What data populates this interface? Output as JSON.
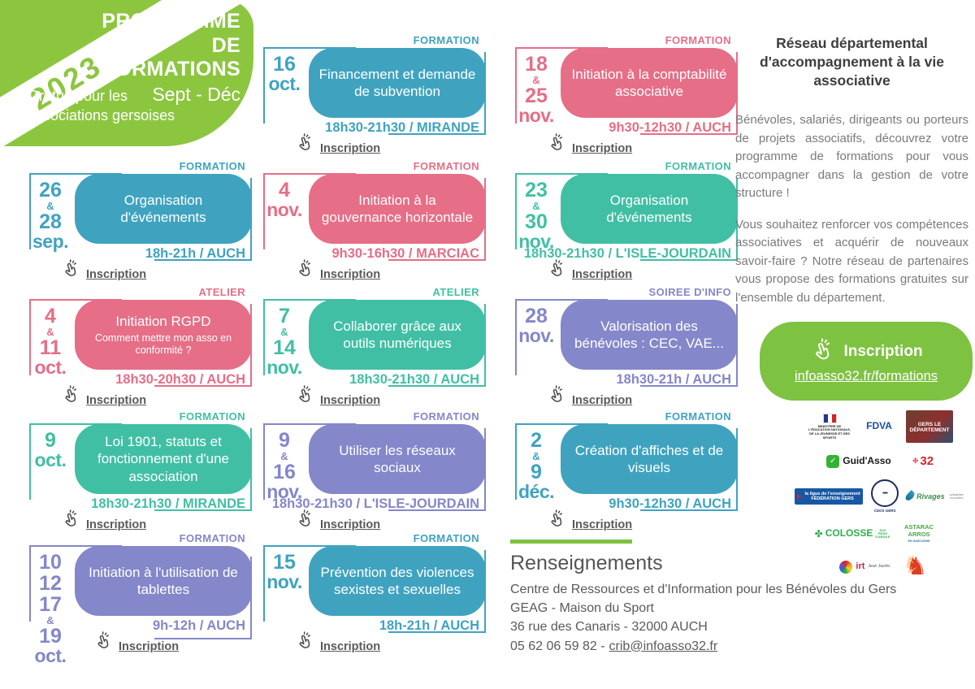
{
  "header": {
    "year": "2023",
    "title_line1": "PROGRAMME",
    "title_line2": "DE FORMATIONS",
    "subtitle": "Sept - Déc",
    "tagline": "Gratuit pour les associations gersoises"
  },
  "ui": {
    "inscription_label": "Inscription"
  },
  "colors": {
    "blob_green": "#8CC63F",
    "green": "#7EC242",
    "teal": "#3FA3C0",
    "pink": "#E66E87",
    "mint": "#41BFA4",
    "purple": "#8487C9"
  },
  "cards": [
    {
      "col": 1,
      "row": 0,
      "color": "teal",
      "type_label": "FORMATION",
      "date_lines": [
        "16",
        "oct."
      ],
      "title": "Financement et demande de subvention",
      "subtitle": "",
      "time": "18h30-21h30 / MIRANDE"
    },
    {
      "col": 2,
      "row": 0,
      "color": "pink",
      "type_label": "FORMATION",
      "date_lines": [
        "18",
        "&",
        "25",
        "nov."
      ],
      "title": "Initiation à la comptabilité associative",
      "subtitle": "",
      "time": "9h30-12h30 / AUCH"
    },
    {
      "col": 0,
      "row": 1,
      "color": "teal",
      "type_label": "FORMATION",
      "date_lines": [
        "26",
        "&",
        "28",
        "sep."
      ],
      "title": "Organisation d'événements",
      "subtitle": "",
      "time": "18h-21h / AUCH"
    },
    {
      "col": 1,
      "row": 1,
      "color": "pink",
      "type_label": "FORMATION",
      "date_lines": [
        "4",
        "nov."
      ],
      "title": "Initiation à la gouvernance horizontale",
      "subtitle": "",
      "time": "9h30-16h30 / MARCIAC"
    },
    {
      "col": 2,
      "row": 1,
      "color": "mint",
      "type_label": "FORMATION",
      "date_lines": [
        "23",
        "&",
        "30",
        "nov."
      ],
      "title": "Organisation d'événements",
      "subtitle": "",
      "time": "18h30-21h30 / L'ISLE-JOURDAIN"
    },
    {
      "col": 0,
      "row": 2,
      "color": "pink",
      "type_label": "ATELIER",
      "date_lines": [
        "4",
        "&",
        "11",
        "oct."
      ],
      "title": "Initiation RGPD",
      "subtitle": "Comment mettre mon asso en conformité ?",
      "time": "18h30-20h30 / AUCH"
    },
    {
      "col": 1,
      "row": 2,
      "color": "mint",
      "type_label": "ATELIER",
      "date_lines": [
        "7",
        "&",
        "14",
        "nov."
      ],
      "title": "Collaborer grâce aux outils numériques",
      "subtitle": "",
      "time": "18h30-21h30 / AUCH"
    },
    {
      "col": 2,
      "row": 2,
      "color": "purple",
      "type_label": "SOIREE D'INFO",
      "date_lines": [
        "28",
        "nov."
      ],
      "title": "Valorisation des bénévoles : CEC, VAE...",
      "subtitle": "",
      "time": "18h30-21h / AUCH"
    },
    {
      "col": 0,
      "row": 3,
      "color": "mint",
      "type_label": "FORMATION",
      "date_lines": [
        "9",
        "oct."
      ],
      "title": "Loi 1901, statuts et fonctionnement d'une association",
      "subtitle": "",
      "time": "18h30-21h30 / MIRANDE"
    },
    {
      "col": 1,
      "row": 3,
      "color": "purple",
      "type_label": "FORMATION",
      "date_lines": [
        "9",
        "&",
        "16",
        "nov."
      ],
      "title": "Utiliser les réseaux sociaux",
      "subtitle": "",
      "time": "18h30-21h30 / L'ISLE-JOURDAIN"
    },
    {
      "col": 2,
      "row": 3,
      "color": "teal",
      "type_label": "FORMATION",
      "date_lines": [
        "2",
        "&",
        "9",
        "déc."
      ],
      "title": "Création d'affiches et de visuels",
      "subtitle": "",
      "time": "9h30-12h30 / AUCH"
    },
    {
      "col": 0,
      "row": 4,
      "color": "purple",
      "type_label": "FORMATION",
      "date_lines": [
        "10",
        "12",
        "17",
        "&",
        "19",
        "oct."
      ],
      "title": "Initiation à l'utilisation de tablettes",
      "subtitle": "",
      "time": "9h-12h / AUCH"
    },
    {
      "col": 1,
      "row": 4,
      "color": "teal",
      "type_label": "FORMATION",
      "date_lines": [
        "15",
        "nov."
      ],
      "title": "Prévention des violences sexistes et sexuelles",
      "subtitle": "",
      "time": "18h-21h / AUCH"
    }
  ],
  "sidebar": {
    "heading": "Réseau départemental d'accompagnement à la vie associative",
    "paragraph1": "Bénévoles, salariés, dirigeants ou porteurs de projets associatifs, découvrez votre programme de formations pour vous accompagner dans la gestion de votre structure !",
    "paragraph2": "Vous souhaitez renforcer vos compétences associatives et acquérir de nouveaux savoir-faire ? Notre réseau de partenaires vous propose des formations gratuites sur l'ensemble du département.",
    "cta_label": "Inscription",
    "cta_url": "infoasso32.fr/formations"
  },
  "logos": [
    {
      "name": "ministere",
      "glyph": "",
      "label": "MINISTÈRE DE L'ÉDUCATION NATIONALE, DE LA JEUNESSE ET DES SPORTS",
      "sub": ""
    },
    {
      "name": "fdva",
      "glyph": "",
      "label": "FDVA",
      "sub": ""
    },
    {
      "name": "gers",
      "glyph": "",
      "label": "GERS LE DÉPARTEMENT",
      "sub": ""
    },
    {
      "name": "guidasso",
      "glyph": "✓",
      "label": "Guid'Asso",
      "sub": ""
    },
    {
      "name": "asso32",
      "glyph": "❉",
      "label": "32",
      "sub": ""
    },
    {
      "name": "ligue",
      "glyph": "▶",
      "label": "la ligue de l'enseignement FÉDÉRATION GERS",
      "sub": ""
    },
    {
      "name": "cdos",
      "glyph": "●●●",
      "label": "CDOS GERS",
      "sub": ""
    },
    {
      "name": "rivages",
      "glyph": "",
      "label": "Rivages",
      "sub": "solidarités nouvelles"
    },
    {
      "name": "colosse",
      "glyph": "✤",
      "label": "COLOSSE",
      "sub": "AUX PIEDS D'ARGILE"
    },
    {
      "name": "astarac",
      "glyph": "",
      "label": "ASTARAC ARROS",
      "sub": "EN GASCOGNE"
    },
    {
      "name": "jaures",
      "glyph": "",
      "label": "irt",
      "sub": "Jean Jaurès"
    },
    {
      "name": "echecs",
      "glyph": "♞",
      "label": "",
      "sub": ""
    }
  ],
  "contact": {
    "title": "Renseignements",
    "org": "Centre de Ressources et d'Information pour les Bénévoles du Gers",
    "line2": "GEAG - Maison du Sport",
    "line3": "36 rue des Canaris - 32000 AUCH",
    "phone": "05 62 06 59 82 -",
    "email": "crib@infoasso32.fr"
  }
}
